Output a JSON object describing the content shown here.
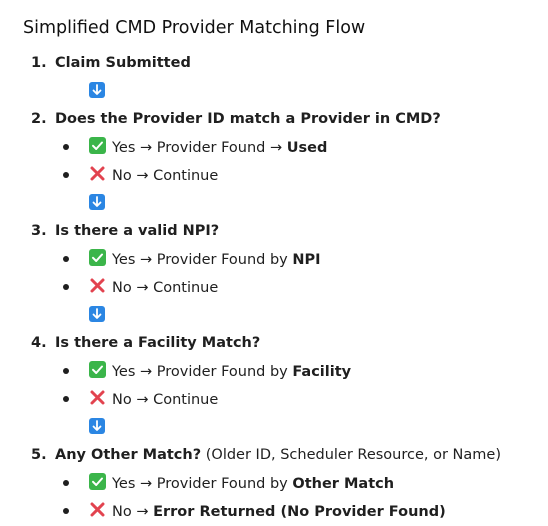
{
  "title": "Simplified CMD Provider Matching Flow",
  "steps": [
    {
      "number": "1.",
      "text": "Claim Submitted",
      "note": "",
      "options": []
    },
    {
      "number": "2.",
      "text": "Does the Provider ID match a Provider in CMD?",
      "note": "",
      "options": [
        {
          "icon": "check-icon",
          "prefix": "Yes → Provider Found → ",
          "bold": "Used"
        },
        {
          "icon": "cross-icon",
          "prefix": "No → Continue",
          "bold": ""
        }
      ]
    },
    {
      "number": "3.",
      "text": "Is there a valid NPI?",
      "note": "",
      "options": [
        {
          "icon": "check-icon",
          "prefix": "Yes → Provider Found by ",
          "bold": "NPI"
        },
        {
          "icon": "cross-icon",
          "prefix": "No → Continue",
          "bold": ""
        }
      ]
    },
    {
      "number": "4.",
      "text": "Is there a Facility Match?",
      "note": "",
      "options": [
        {
          "icon": "check-icon",
          "prefix": "Yes → Provider Found by ",
          "bold": "Facility"
        },
        {
          "icon": "cross-icon",
          "prefix": "No → Continue",
          "bold": ""
        }
      ]
    },
    {
      "number": "5.",
      "text": "Any Other Match?",
      "note": " (Older ID, Scheduler Resource, or Name)",
      "options": [
        {
          "icon": "check-icon",
          "prefix": "Yes → Provider Found by ",
          "bold": "Other Match"
        },
        {
          "icon": "cross-icon",
          "prefix": "No → ",
          "bold": "Error Returned (No Provider Found)"
        }
      ]
    }
  ],
  "colors": {
    "check": "#3bb54a",
    "cross": "#e2434f",
    "arrow": "#2b86e3"
  }
}
